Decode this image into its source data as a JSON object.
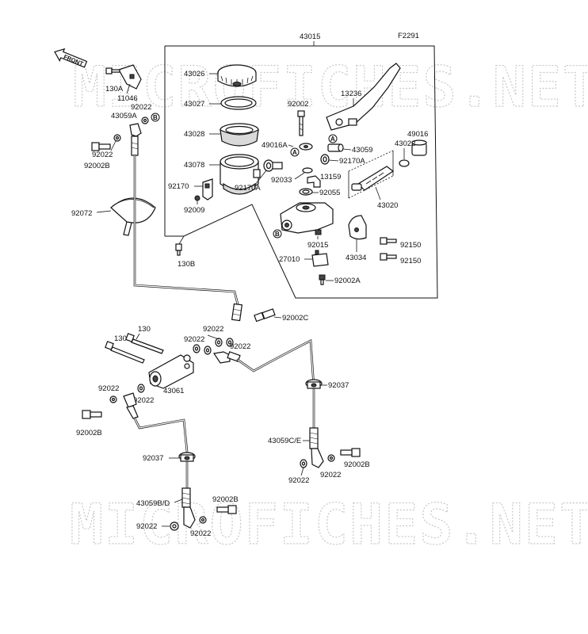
{
  "figure_code": "F2291",
  "watermark": "MICROFICHES.NET",
  "front_arrow": "FRONT",
  "assembly_label": "43015",
  "circle_markers": [
    "A",
    "B"
  ],
  "labels": {
    "l43026": "43026",
    "l43027": "43027",
    "l43028": "43028",
    "l43078": "43078",
    "l92170": "92170",
    "l92009": "92009",
    "l92002": "92002",
    "l13236": "13236",
    "l49016A": "49016A",
    "l43059": "43059",
    "l92170A_1": "92170A",
    "l92170A_2": "92170A",
    "l92033": "92033",
    "l13159": "13159",
    "l92055": "92055",
    "l49016": "49016",
    "l43022": "43022",
    "l43020": "43020",
    "l92150_1": "92150",
    "l92150_2": "92150",
    "l92015": "92015",
    "l43034": "43034",
    "l27010": "27010",
    "l92002A": "92002A",
    "l130A": "130A",
    "l11046": "11046",
    "l92022_a": "92022",
    "l43059A": "43059A",
    "l92022_b": "92022",
    "l92002B_a": "92002B",
    "l92072": "92072",
    "l130B": "130B",
    "l92002C": "92002C",
    "l130_a": "130",
    "l130_b": "130",
    "l92022_c": "92022",
    "l92022_d": "92022",
    "l92022_e": "92022",
    "l43061": "43061",
    "l92022_f": "92022",
    "l92022_g": "92022",
    "l92002B_b": "92002B",
    "l92037_a": "92037",
    "l92037_b": "92037",
    "l43059CE": "43059C/E",
    "l92002B_c": "92002B",
    "l92022_h": "92022",
    "l92022_i": "92022",
    "l43059BD": "43059B/D",
    "l92002B_d": "92002B",
    "l92022_j": "92022",
    "l92022_k": "92022"
  }
}
